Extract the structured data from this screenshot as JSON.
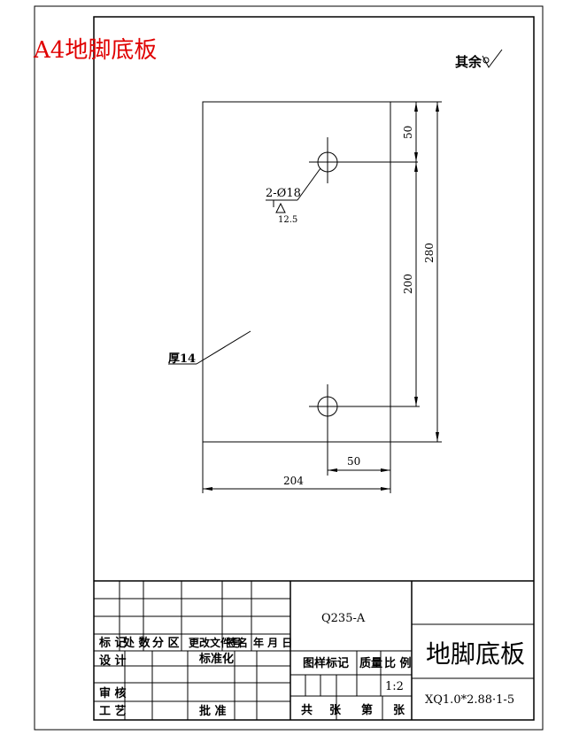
{
  "sheet": {
    "corner_label": "A4地脚底板",
    "roughness_note": "其余",
    "label_color": "#e00000"
  },
  "drawing": {
    "dim_50_vertical": "50",
    "dim_200": "200",
    "dim_280": "280",
    "hole_callout": "2-Ø18",
    "hole_roughness": "12.5",
    "thickness_note": "厚14",
    "dim_50_horizontal": "50",
    "dim_204": "204"
  },
  "title_block": {
    "material": "Q235-A",
    "part_name": "地脚底板",
    "drawing_number": "XQ1.0*2.88·1-5",
    "scale": "1:2",
    "rev_header": {
      "mark": "标 记",
      "count": "处 数",
      "zone": "分 区",
      "doc_no": "更改文件号",
      "signature": "签名",
      "date": "年 月 日"
    },
    "design": "设 计",
    "standardize": "标准化",
    "review": "审 核",
    "process": "工 艺",
    "approve": "批 准",
    "stage_mark": "图样标记",
    "weight": "质量",
    "scale_label": "比 例",
    "total": "共",
    "sheets_total": "张",
    "sheet_no": "第",
    "sheets_no": "张"
  }
}
